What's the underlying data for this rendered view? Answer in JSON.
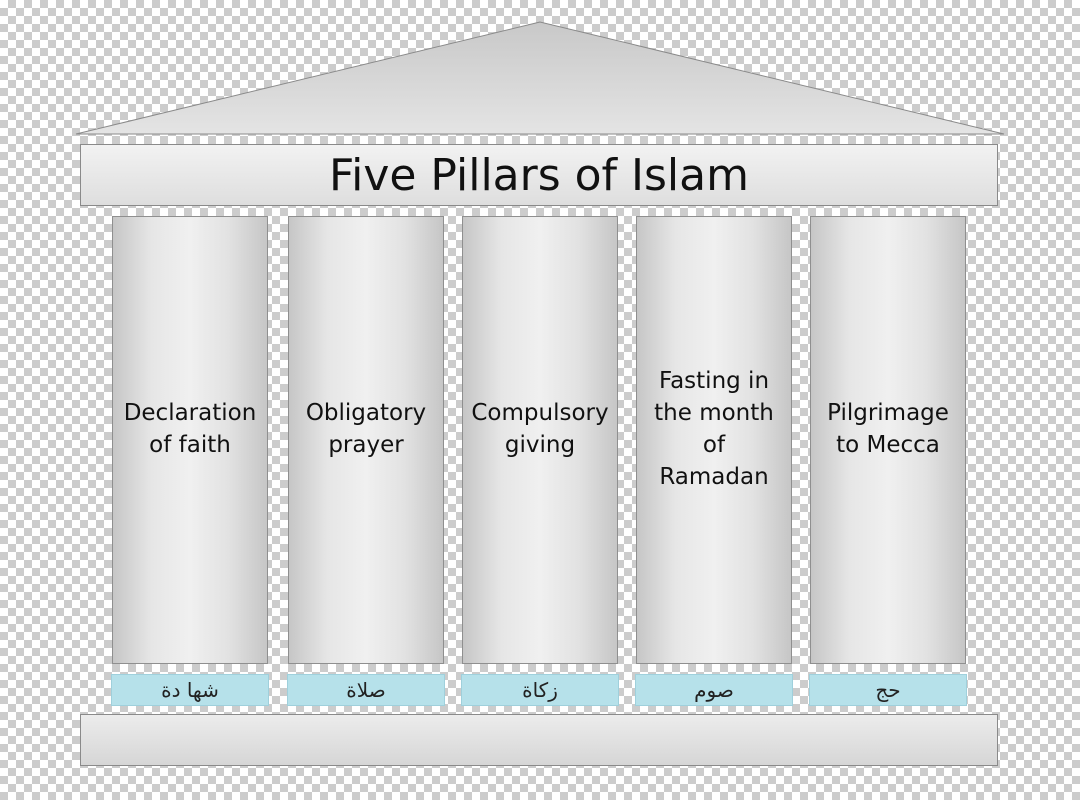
{
  "title": "Five Pillars of Islam",
  "pillars": [
    {
      "label": "Declaration\nof faith",
      "arabic": "شها دة"
    },
    {
      "label": "Obligatory\nprayer",
      "arabic": "صلاة"
    },
    {
      "label": "Compulsory\ngiving",
      "arabic": "زكاة"
    },
    {
      "label": "Fasting in\nthe month of\nRamadan",
      "arabic": "صوم"
    },
    {
      "label": "Pilgrimage\nto Mecca",
      "arabic": "حج"
    }
  ],
  "colors": {
    "pillar_base_label": "#b6e1ea",
    "stone": "#e0e0e0",
    "outline": "#8a8a8a"
  }
}
